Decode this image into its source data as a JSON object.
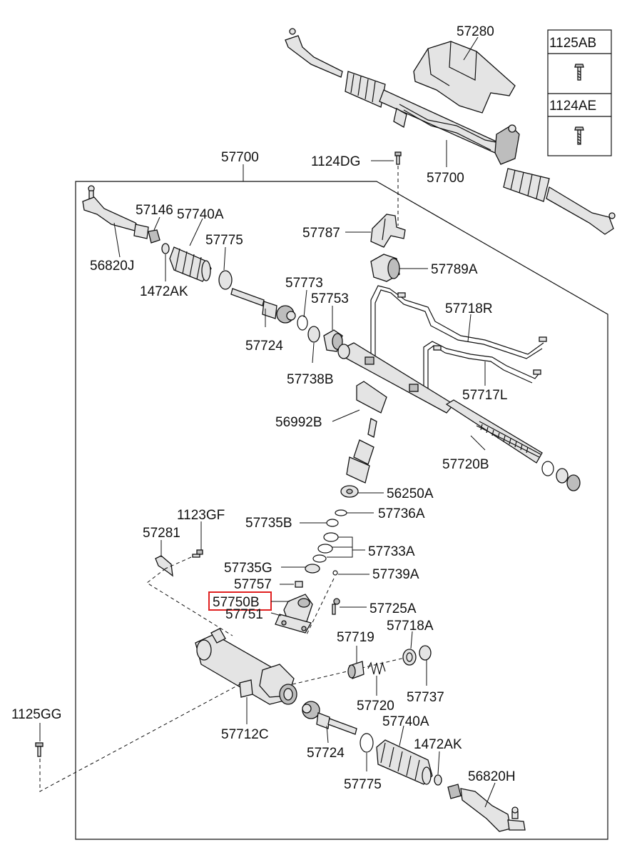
{
  "diagram": {
    "highlight_color": "#e02020",
    "legend": [
      {
        "code": "1125AB",
        "icon": "bolt-icon"
      },
      {
        "code": "1124AE",
        "icon": "bolt-icon"
      }
    ],
    "labels": {
      "p57280": "57280",
      "p57700_top": "57700",
      "p57700_box": "57700",
      "p1124DG": "1124DG",
      "p57146": "57146",
      "p57740A_top": "57740A",
      "p56820J": "56820J",
      "p57775_top": "57775",
      "p1472AK_top": "1472AK",
      "p57787": "57787",
      "p57789A": "57789A",
      "p57773": "57773",
      "p57753": "57753",
      "p57718R": "57718R",
      "p57724_top": "57724",
      "p57738B": "57738B",
      "p57717L": "57717L",
      "p56992B": "56992B",
      "p57720B": "57720B",
      "p56250A": "56250A",
      "p1123GF": "1123GF",
      "p57736A": "57736A",
      "p57735B": "57735B",
      "p57281": "57281",
      "p57733A": "57733A",
      "p57735G": "57735G",
      "p57739A": "57739A",
      "p57757": "57757",
      "p57750B": "57750B",
      "p57725A": "57725A",
      "p57751": "57751",
      "p57719": "57719",
      "p57718A": "57718A",
      "p1125GG": "1125GG",
      "p57720": "57720",
      "p57737": "57737",
      "p57712C": "57712C",
      "p57740A_bot": "57740A",
      "p1472AK_bot": "1472AK",
      "p57724_bot": "57724",
      "p56820H": "56820H",
      "p57775_bot": "57775"
    }
  }
}
